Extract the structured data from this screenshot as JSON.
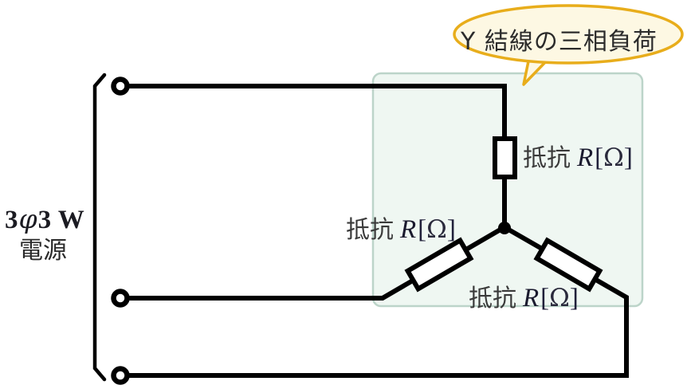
{
  "diagram": {
    "title_callout": {
      "text": "Y 結線の三相負荷",
      "border_color": "#e8ad1b",
      "fill_color": "#fdf8e3"
    },
    "source": {
      "line1_prefix": "3",
      "line1_phi": "φ",
      "line1_mid": "3",
      "line1_suffix": "W",
      "line2": "電源"
    },
    "load_box": {
      "fill_color": "#eff7f2",
      "border_color": "#bcd4c9"
    },
    "resistors": [
      {
        "id": "resistor-top",
        "label_prefix": "抵抗",
        "label_symbol": "R",
        "label_bracket_open": "[",
        "label_unit": "Ω",
        "label_bracket_close": "]"
      },
      {
        "id": "resistor-left",
        "label_prefix": "抵抗",
        "label_symbol": "R",
        "label_bracket_open": "[",
        "label_unit": "Ω",
        "label_bracket_close": "]"
      },
      {
        "id": "resistor-right",
        "label_prefix": "抵抗",
        "label_symbol": "R",
        "label_bracket_open": "[",
        "label_unit": "Ω",
        "label_bracket_close": "]"
      }
    ],
    "wire_color": "#000000",
    "terminals": [
      {
        "id": "terminal-phase-1"
      },
      {
        "id": "terminal-phase-2"
      },
      {
        "id": "terminal-phase-3"
      }
    ]
  }
}
